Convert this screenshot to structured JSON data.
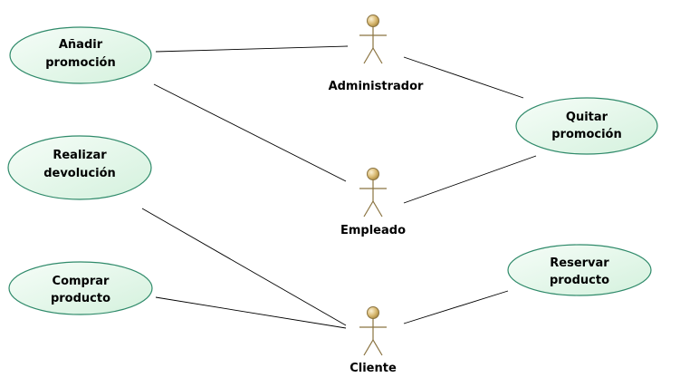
{
  "diagram": {
    "type": "use-case",
    "colors": {
      "usecase_fill": "#e4f7ea",
      "usecase_stroke": "#2f8a6a",
      "actor_stroke": "#8a7340",
      "actor_head": "#d8b870",
      "line": "#000000"
    },
    "actors": [
      {
        "id": "administrador",
        "label": "Administrador"
      },
      {
        "id": "empleado",
        "label": "Empleado"
      },
      {
        "id": "cliente",
        "label": "Cliente"
      }
    ],
    "use_cases": [
      {
        "id": "anadir",
        "lines": [
          "Añadir",
          "promoción"
        ]
      },
      {
        "id": "quitar",
        "lines": [
          "Quitar",
          "promoción"
        ]
      },
      {
        "id": "devolucion",
        "lines": [
          "Realizar",
          "devolución"
        ]
      },
      {
        "id": "comprar",
        "lines": [
          "Comprar",
          "producto"
        ]
      },
      {
        "id": "reservar",
        "lines": [
          "Reservar",
          "producto"
        ]
      }
    ],
    "associations": [
      {
        "from": "anadir",
        "to": "administrador"
      },
      {
        "from": "anadir",
        "to": "empleado"
      },
      {
        "from": "administrador",
        "to": "quitar"
      },
      {
        "from": "quitar",
        "to": "empleado"
      },
      {
        "from": "devolucion",
        "to": "cliente"
      },
      {
        "from": "comprar",
        "to": "cliente"
      },
      {
        "from": "cliente",
        "to": "reservar"
      }
    ]
  }
}
